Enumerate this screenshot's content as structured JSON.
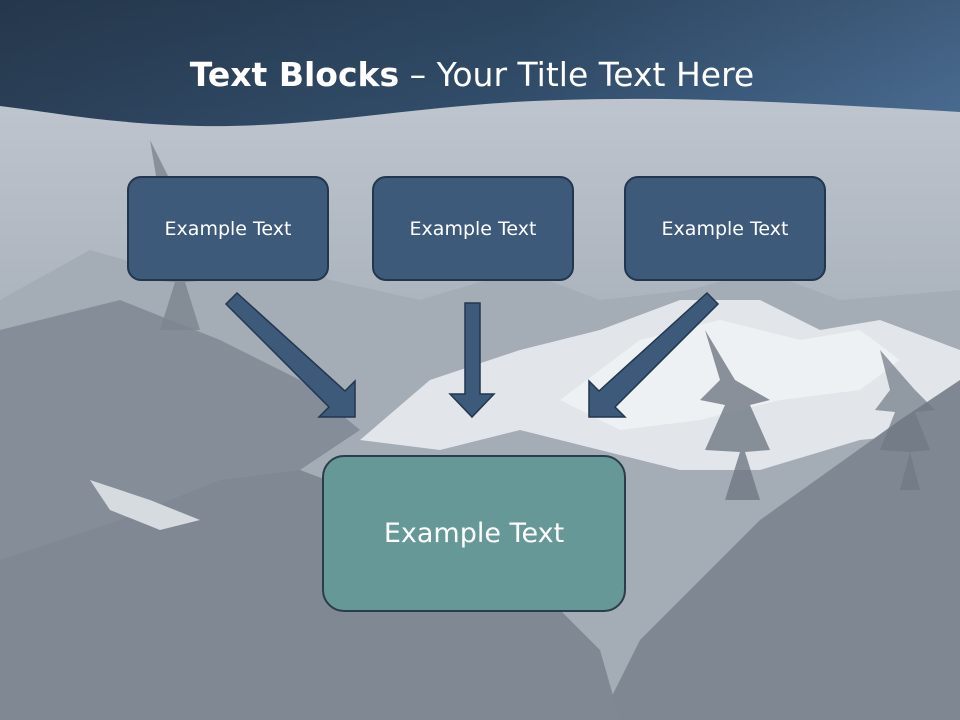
{
  "title": {
    "bold": "Text Blocks",
    "rest": " – Your Title Text Here"
  },
  "diagram": {
    "top_boxes": [
      {
        "label": "Example Text"
      },
      {
        "label": "Example Text"
      },
      {
        "label": "Example Text"
      }
    ],
    "target_box": {
      "label": "Example Text"
    }
  },
  "colors": {
    "header": "#2f4660",
    "box_fill": "#3e5a7a",
    "box_border": "#22364e",
    "target_fill": "#669898",
    "arrow": "#3e5a7a"
  },
  "icons": {
    "arrows": [
      "arrow-down-right-icon",
      "arrow-down-icon",
      "arrow-down-left-icon"
    ]
  }
}
